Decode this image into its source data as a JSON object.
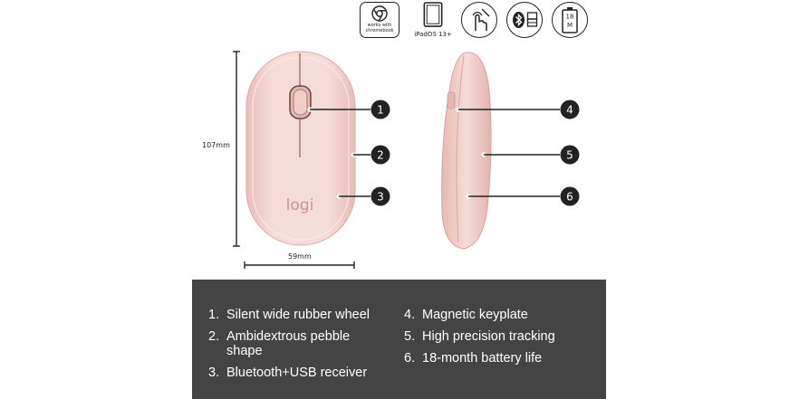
{
  "compat": {
    "chromebook_label": "works with chromebook",
    "ipad_label": "iPadOS 13+",
    "battery_label": "18 M",
    "icons": [
      "chrome-icon",
      "tablet-icon",
      "touch-hand-icon",
      "bluetooth-icon",
      "usb-receiver-icon",
      "battery-icon"
    ]
  },
  "dimensions": {
    "height": "107mm",
    "width": "59mm"
  },
  "brand": {
    "logo_text": "logi"
  },
  "callouts": [
    "1",
    "2",
    "3",
    "4",
    "5",
    "6"
  ],
  "features": [
    {
      "num": "1.",
      "text": "Silent wide rubber wheel"
    },
    {
      "num": "2.",
      "text": "Ambidextrous pebble shape"
    },
    {
      "num": "3.",
      "text": "Bluetooth+USB receiver"
    },
    {
      "num": "4.",
      "text": "Magnetic keyplate"
    },
    {
      "num": "5.",
      "text": "High precision tracking"
    },
    {
      "num": "6.",
      "text": "18-month battery life"
    }
  ],
  "colors": {
    "mouse_rose": "#f2d3d0",
    "panel": "#444444",
    "callout": "#222222"
  }
}
